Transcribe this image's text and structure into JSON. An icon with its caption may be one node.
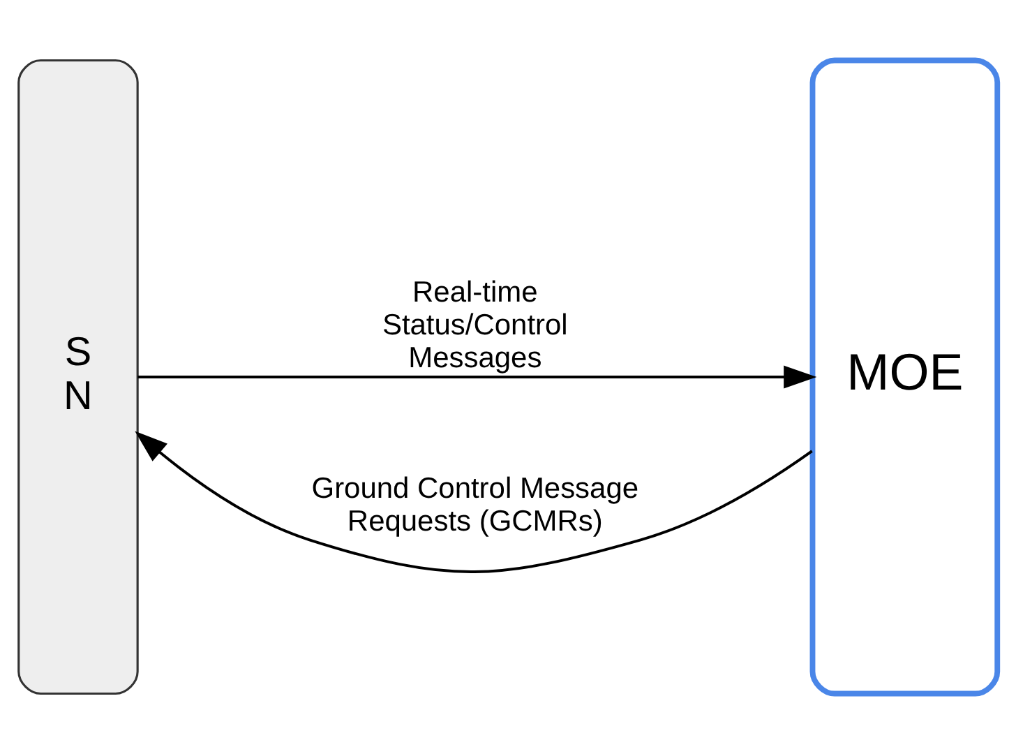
{
  "diagram": {
    "nodes": [
      {
        "text": [
          "S N"
        ]
      },
      {
        "text": [
          "MOE"
        ]
      }
    ],
    "edges": [
      {
        "from": 1,
        "to": 0,
        "arrow": "to",
        "label": "Ground Control Message Requests (GCMRs)"
      },
      {
        "from": 0,
        "to": 1,
        "arrow": "to",
        "label": "Real-time Status/Control Messages"
      }
    ]
  }
}
